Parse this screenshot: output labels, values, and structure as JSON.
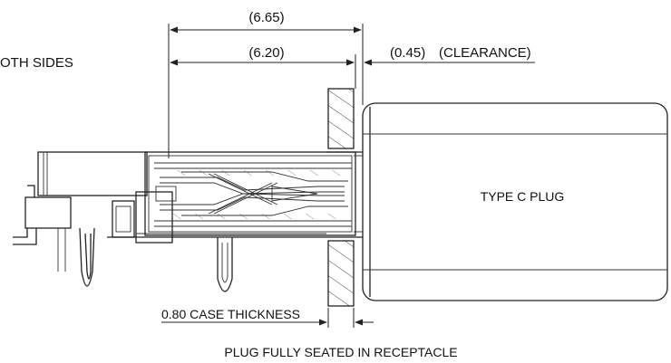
{
  "dimensions": {
    "overall": "(6.65)",
    "inner": "(6.20)",
    "clearance_value": "(0.45)",
    "clearance_label": "(CLEARANCE)",
    "case_thickness": "0.80 CASE THICKNESS"
  },
  "labels": {
    "left_note": "OTH SIDES",
    "plug": "TYPE C PLUG",
    "caption": "PLUG FULLY SEATED IN RECEPTACLE"
  }
}
